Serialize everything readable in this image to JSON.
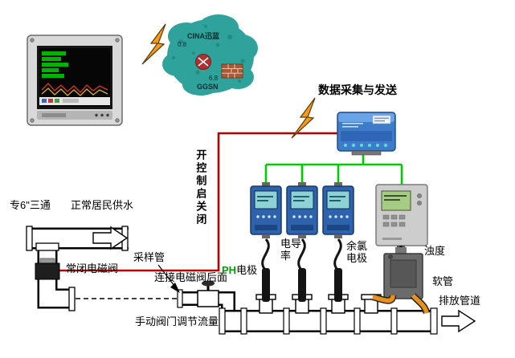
{
  "labels": {
    "data_collection": "数据采集与发送",
    "control_switch": "开控制启关闭",
    "tee_6inch": "专6\"三通",
    "residential_water": "正常居民供水",
    "nc_solenoid_valve": "常闭电磁阀",
    "sampling_pipe": "采样管",
    "connect_behind_valve": "连接电磁阀后面",
    "manual_valve_flow": "手动阀门调节流量",
    "ph_abbr": "PH",
    "ph_electrode_suffix": "电极",
    "conductivity": "电导率",
    "residual_chlorine_electrode": "余氯电极",
    "turbidity": "浊度",
    "soft_hose": "软管",
    "discharge_pipe": "排放管道"
  },
  "cloud": {
    "network_name": "CINA迅蓝",
    "gateway": "GGSN",
    "value_1": "0.8",
    "value_2": "6.8"
  },
  "colors": {
    "cloud_teal": "#2fa39b",
    "signal_green": "#00cc00",
    "control_red": "#bb0000",
    "device_blue": "#2e62ad",
    "hose_orange": "#e8901c"
  }
}
